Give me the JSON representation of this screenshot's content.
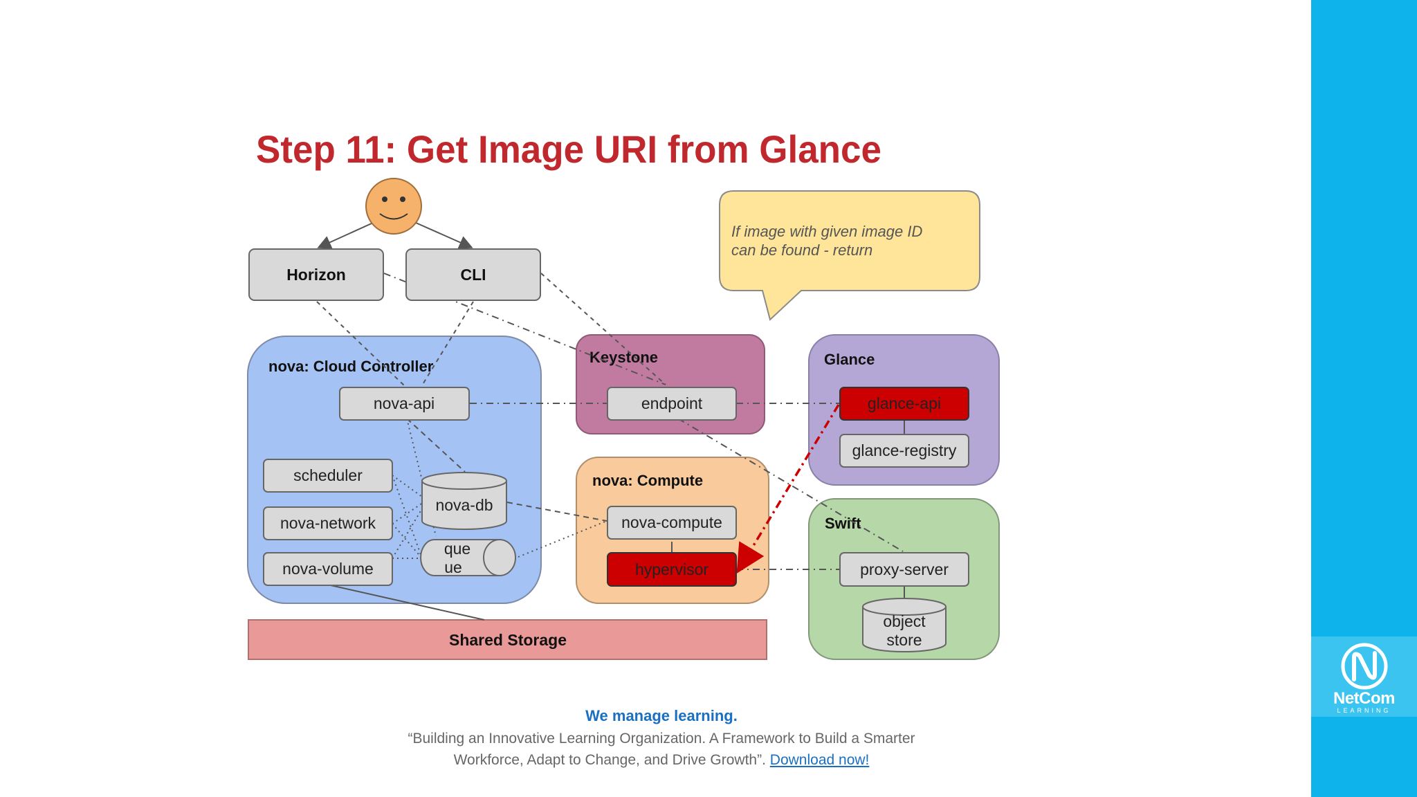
{
  "slide": {
    "title": "Step 11: Get Image URI from Glance",
    "bubble": {
      "line1": "If image with given image ID",
      "line2": "can be found - return"
    }
  },
  "diagram": {
    "clients": {
      "horizon": "Horizon",
      "cli": "CLI"
    },
    "cloud_controller": {
      "label": "nova: Cloud Controller",
      "nova_api": "nova-api",
      "scheduler": "scheduler",
      "nova_network": "nova-network",
      "nova_volume": "nova-volume",
      "nova_db": "nova-db",
      "queue_line1": "que",
      "queue_line2": "ue"
    },
    "keystone": {
      "label": "Keystone",
      "endpoint": "endpoint"
    },
    "glance": {
      "label": "Glance",
      "glance_api": "glance-api",
      "glance_registry": "glance-registry"
    },
    "compute": {
      "label": "nova: Compute",
      "nova_compute": "nova-compute",
      "hypervisor": "hypervisor"
    },
    "swift": {
      "label": "Swift",
      "proxy_server": "proxy-server",
      "object_store_line1": "object",
      "object_store_line2": "store"
    },
    "shared_storage": "Shared Storage",
    "colors": {
      "cloud_controller": "#a4c2f4",
      "keystone": "#c27ba0",
      "glance": "#b4a7d6",
      "compute": "#f9cb9c",
      "swift": "#b6d7a8",
      "shared_storage": "#ea9999",
      "active_component": "#cc0000",
      "bubble": "#ffe599",
      "title": "#c0282d"
    }
  },
  "footer": {
    "tagline": "We manage learning.",
    "quote_line1": "“Building an Innovative Learning Organization. A Framework to Build a Smarter",
    "quote_line2": "Workforce, Adapt to Change, and Drive Growth”.",
    "download_link": "Download now!"
  },
  "brand": {
    "logo_name": "NetCom",
    "logo_sub": "LEARNING",
    "sidebar_color": "#0db3ea"
  }
}
